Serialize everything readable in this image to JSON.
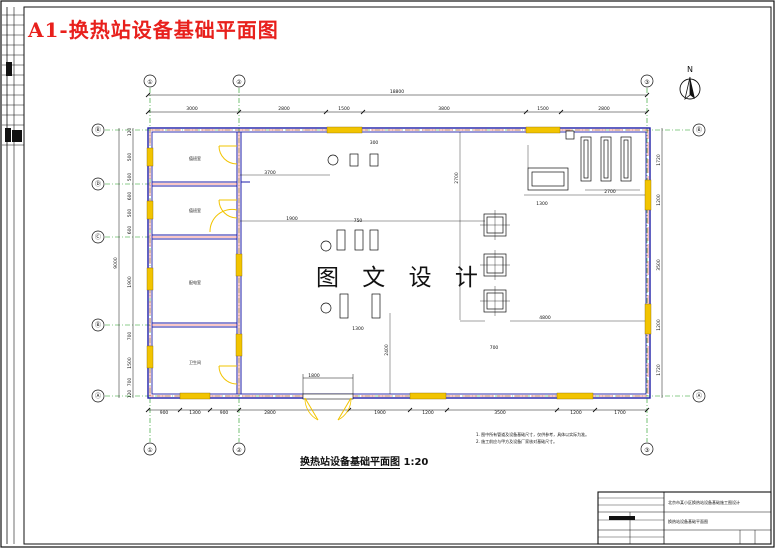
{
  "header": {
    "title": "A1-换热站设备基础平面图"
  },
  "watermark": "图 文 设 计",
  "plan": {
    "title": "换热站设备基础平面图",
    "scale": "1:20",
    "north_label": "N",
    "overall_dimension": "18800",
    "left_overall_dimension": "9000",
    "top_dims": [
      "3000",
      "2800",
      "1500",
      "3800",
      "1500",
      "2800"
    ],
    "bottom_dims": [
      "900",
      "1300",
      "900",
      "2800",
      "1900",
      "1200",
      "3500",
      "1200",
      "1700"
    ],
    "left_dims": [
      "120",
      "500",
      "500",
      "600",
      "500",
      "600",
      "1900",
      "700",
      "1500",
      "700",
      "120"
    ],
    "right_dims": [
      "1720",
      "1200",
      "3500",
      "1200",
      "1720"
    ],
    "interior_dims": [
      "2700",
      "3700",
      "1900",
      "1800",
      "2400",
      "4800",
      "1300",
      "2700",
      "1300",
      "700",
      "750",
      "300"
    ],
    "axes": {
      "top": [
        "①",
        "②",
        "③"
      ],
      "bottom": [
        "①",
        "②",
        "③"
      ],
      "left": [
        "Ⓑ",
        "Ⓓ",
        "Ⓒ",
        "Ⓑ",
        "Ⓐ"
      ],
      "right": [
        "Ⓑ",
        "Ⓐ"
      ]
    },
    "rooms": [
      "值班室",
      "值班室",
      "配电室",
      "卫生间"
    ],
    "notes": [
      "1. 图中所有管道及设备基础尺寸，仅供参考，具体以实际为准。",
      "2. 施工前应与甲方及设备厂家核对基础尺寸。"
    ]
  },
  "title_block": {
    "project": "北京市某小区换热站设备基础施工图设计",
    "drawing_name": "换热站设备基础平面图"
  },
  "colors": {
    "title": "#e8201c",
    "wall": "#1e1ea8",
    "wall_inner": "#e8201c",
    "door": "#f2c400",
    "axis": "#1a9a1a"
  }
}
